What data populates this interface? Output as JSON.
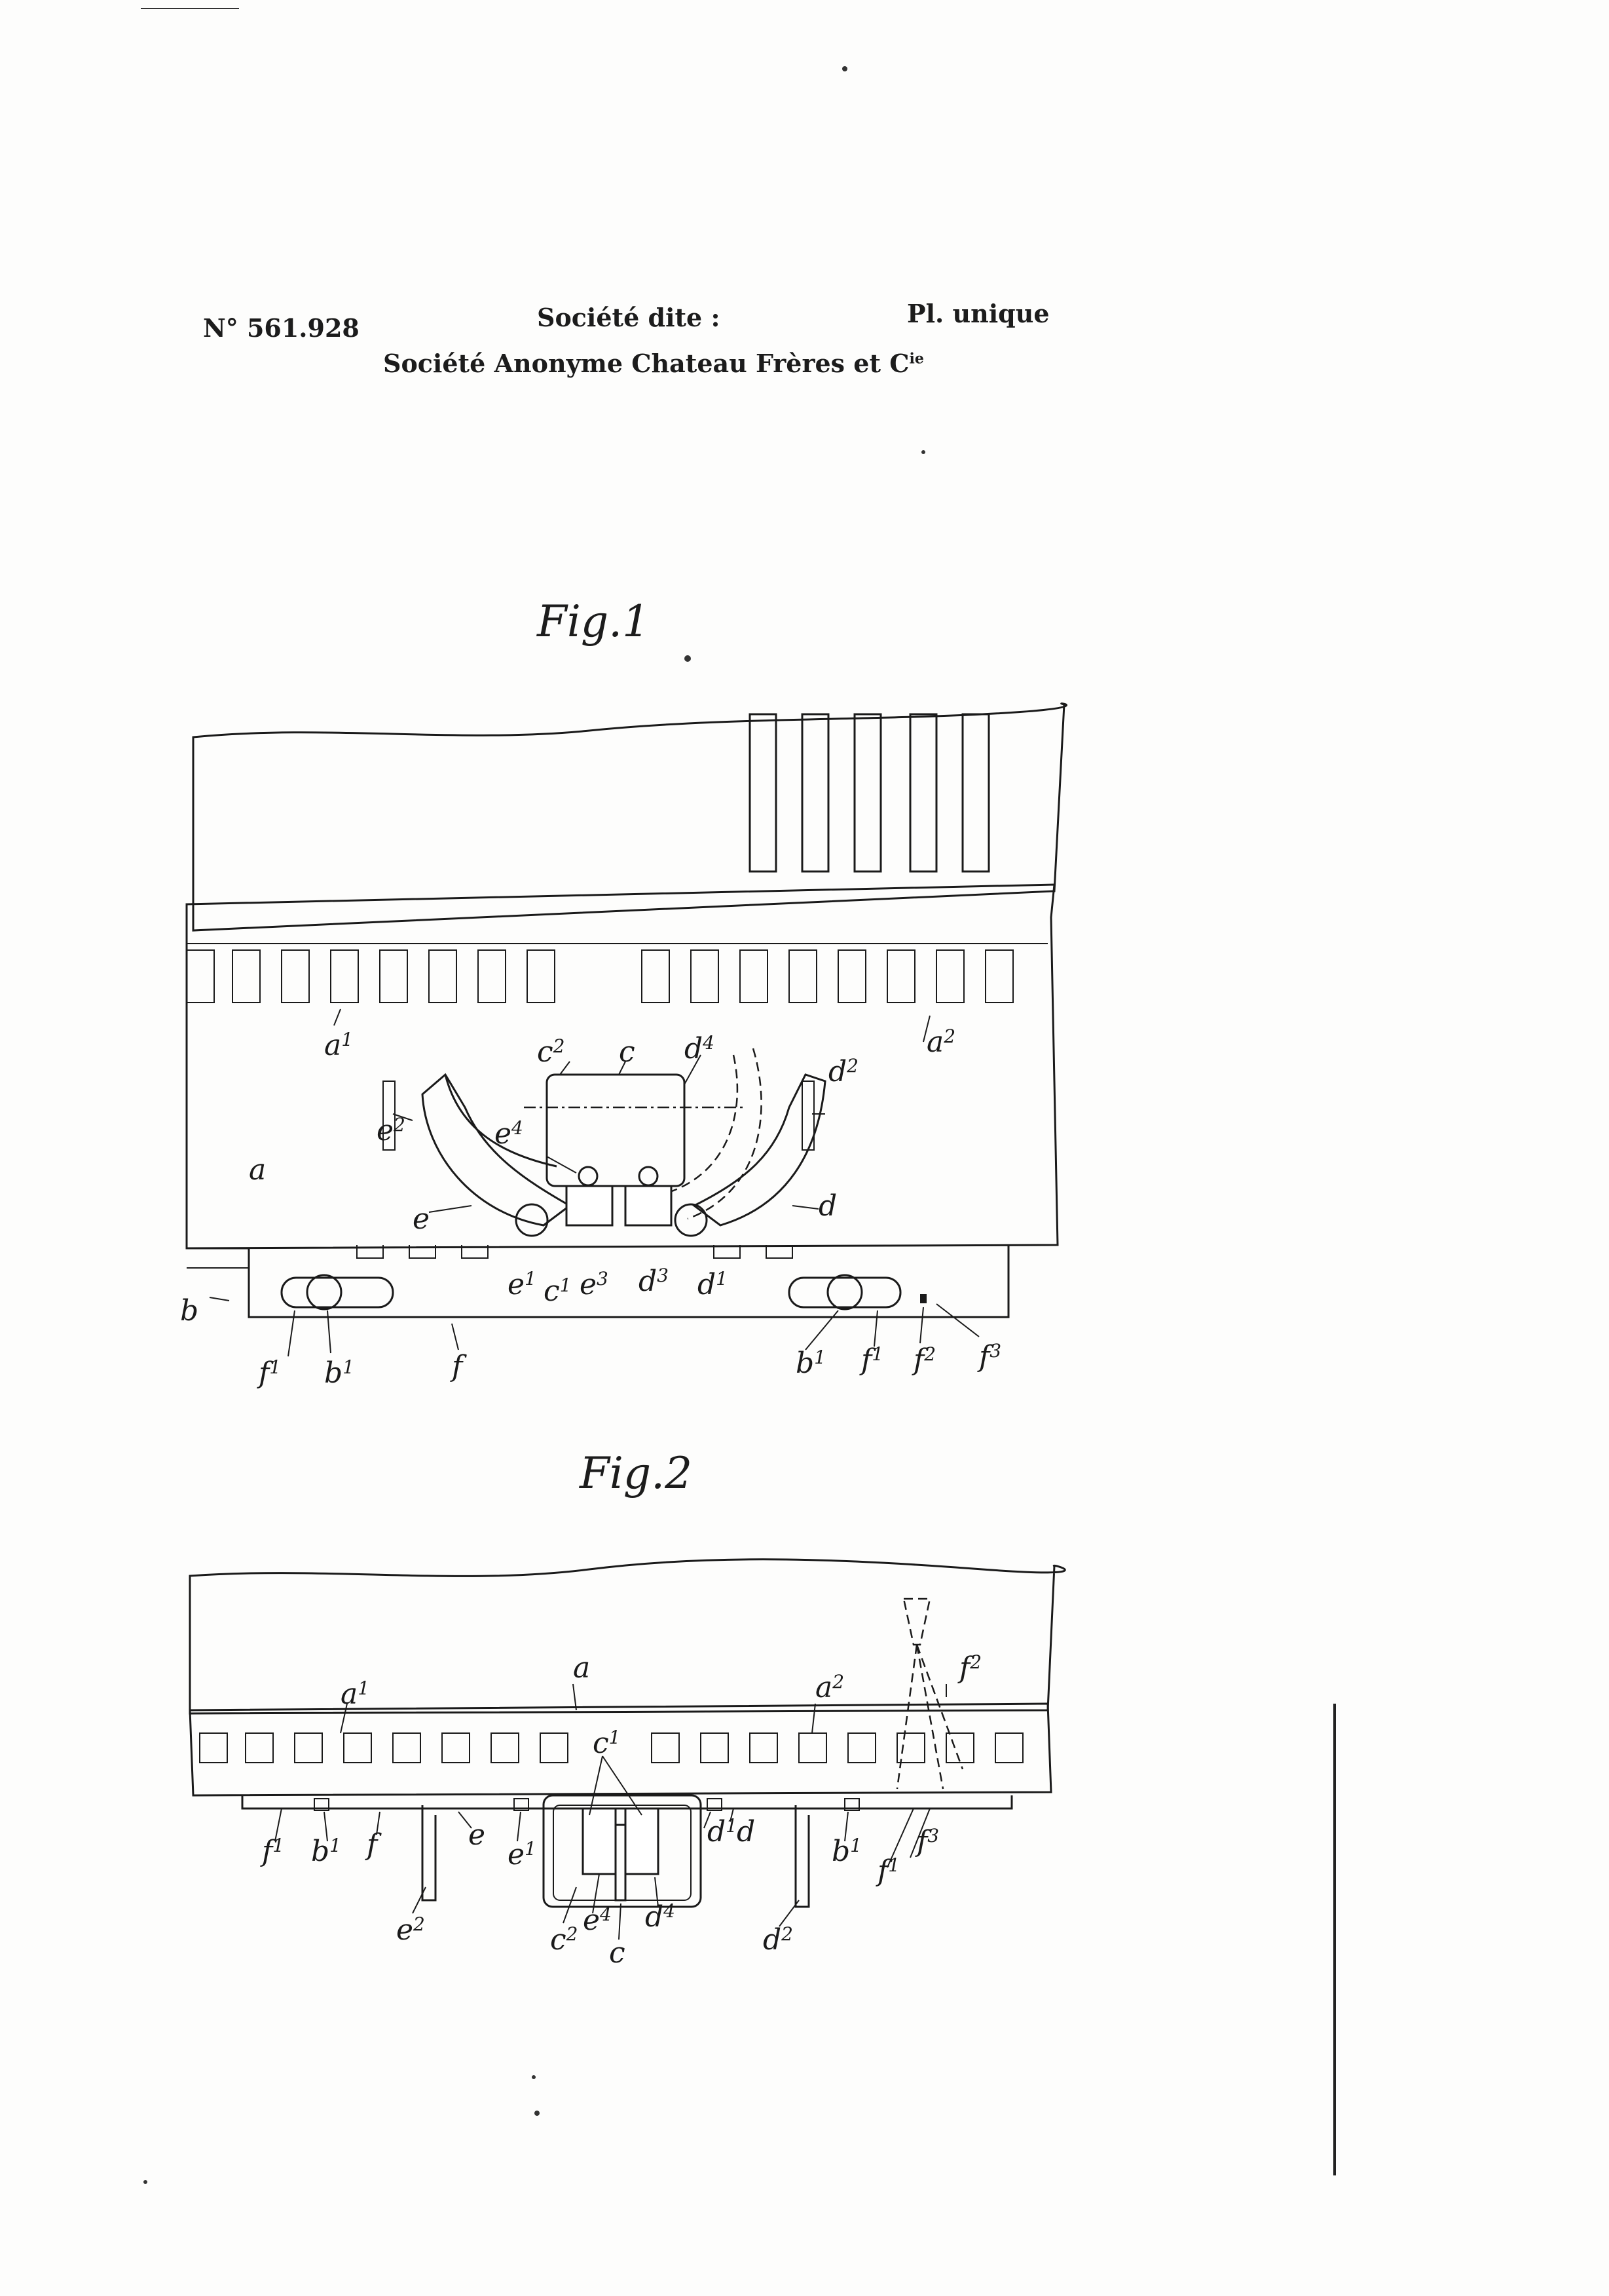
{
  "header": {
    "number": "N° 561.928",
    "societe_dite": "Société dite :",
    "plate": "Pl. unique",
    "company": "Société Anonyme Chateau Frères et C",
    "company_sup": "ie"
  },
  "figures": {
    "fig1_title": "Fig.1",
    "fig2_title": "Fig.2"
  },
  "labels": {
    "a": "a",
    "b": "b",
    "c": "c",
    "d": "d",
    "e": "e",
    "f": "f",
    "one": "1",
    "two": "2",
    "three": "3",
    "four": "4"
  }
}
